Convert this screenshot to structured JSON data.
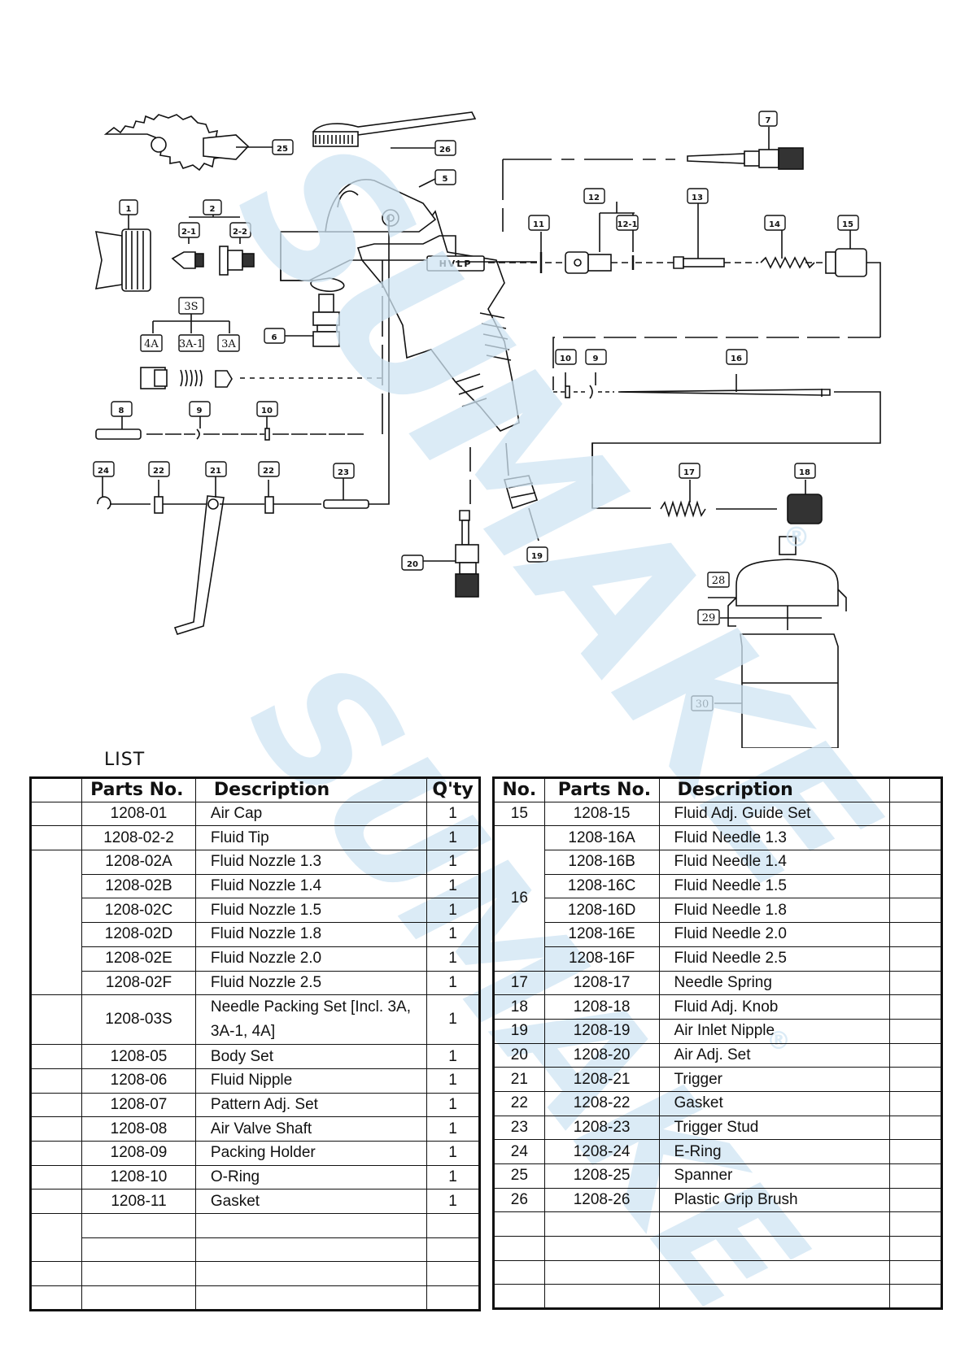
{
  "diagram": {
    "labels": {
      "p1": "1",
      "p2": "2",
      "p2_1": "2-1",
      "p2_2": "2-2",
      "p3s": "3S",
      "p4a": "4A",
      "p3a1": "3A-1",
      "p3a": "3A",
      "p5": "5",
      "p6": "6",
      "p7": "7",
      "p8": "8",
      "p9a": "9",
      "p9b": "9",
      "p10a": "10",
      "p10b": "10",
      "p11": "11",
      "p12": "12",
      "p12_1": "12-1",
      "p13": "13",
      "p14": "14",
      "p15": "15",
      "p16": "16",
      "p17": "17",
      "p18": "18",
      "p19": "19",
      "p20": "20",
      "p21": "21",
      "p22a": "22",
      "p22b": "22",
      "p23": "23",
      "p24": "24",
      "p25": "25",
      "p26": "26",
      "p28": "28",
      "p29": "29",
      "p30": "30"
    },
    "body_marking": "HVLP"
  },
  "watermark": {
    "text": "SUMAKE",
    "mark": "®",
    "color": "#cfe4f3"
  },
  "list_title": "LIST",
  "table_left": {
    "headers": {
      "no": "",
      "parts_no": "Parts No.",
      "description": "Description",
      "qty": "Q'ty"
    },
    "rows": [
      {
        "no": "",
        "parts_no": "1208-01",
        "description": "Air Cap",
        "qty": "1"
      },
      {
        "no": "",
        "parts_no": "1208-02-2",
        "description": "Fluid Tip",
        "qty": "1"
      },
      {
        "no": "",
        "parts_no": "1208-02A",
        "description": "Fluid Nozzle 1.3",
        "qty": "1"
      },
      {
        "no": "",
        "parts_no": "1208-02B",
        "description": "Fluid Nozzle 1.4",
        "qty": "1"
      },
      {
        "no": "",
        "parts_no": "1208-02C",
        "description": "Fluid Nozzle 1.5",
        "qty": "1"
      },
      {
        "no": "",
        "parts_no": "1208-02D",
        "description": "Fluid Nozzle 1.8",
        "qty": "1"
      },
      {
        "no": "",
        "parts_no": "1208-02E",
        "description": "Fluid Nozzle 2.0",
        "qty": "1"
      },
      {
        "no": "",
        "parts_no": "1208-02F",
        "description": "Fluid Nozzle 2.5",
        "qty": "1"
      },
      {
        "no": "",
        "parts_no": "1208-03S",
        "description": "Needle Packing Set [Incl. 3A, 3A-1, 4A]",
        "qty": "1"
      },
      {
        "no": "",
        "parts_no": "1208-05",
        "description": "Body Set",
        "qty": "1"
      },
      {
        "no": "",
        "parts_no": "1208-06",
        "description": "Fluid Nipple",
        "qty": "1"
      },
      {
        "no": "",
        "parts_no": "1208-07",
        "description": "Pattern Adj. Set",
        "qty": "1"
      },
      {
        "no": "",
        "parts_no": "1208-08",
        "description": "Air Valve Shaft",
        "qty": "1"
      },
      {
        "no": "",
        "parts_no": "1208-09",
        "description": "Packing Holder",
        "qty": "1"
      },
      {
        "no": "",
        "parts_no": "1208-10",
        "description": "O-Ring",
        "qty": "1"
      },
      {
        "no": "",
        "parts_no": "1208-11",
        "description": "Gasket",
        "qty": "1"
      }
    ]
  },
  "table_right": {
    "headers": {
      "no": "No.",
      "parts_no": "Parts No.",
      "description": "Description",
      "qty": ""
    },
    "rows": [
      {
        "no": "15",
        "parts_no": "1208-15",
        "description": "Fluid Adj. Guide Set"
      },
      {
        "no": "16",
        "parts_no": "1208-16A",
        "description": "Fluid Needle 1.3"
      },
      {
        "no": "",
        "parts_no": "1208-16B",
        "description": "Fluid Needle 1.4"
      },
      {
        "no": "",
        "parts_no": "1208-16C",
        "description": "Fluid Needle 1.5"
      },
      {
        "no": "",
        "parts_no": "1208-16D",
        "description": "Fluid Needle 1.8"
      },
      {
        "no": "",
        "parts_no": "1208-16E",
        "description": "Fluid Needle 2.0"
      },
      {
        "no": "",
        "parts_no": "1208-16F",
        "description": "Fluid Needle 2.5"
      },
      {
        "no": "17",
        "parts_no": "1208-17",
        "description": "Needle Spring"
      },
      {
        "no": "18",
        "parts_no": "1208-18",
        "description": "Fluid Adj. Knob"
      },
      {
        "no": "19",
        "parts_no": "1208-19",
        "description": "Air Inlet Nipple"
      },
      {
        "no": "20",
        "parts_no": "1208-20",
        "description": "Air Adj. Set"
      },
      {
        "no": "21",
        "parts_no": "1208-21",
        "description": "Trigger"
      },
      {
        "no": "22",
        "parts_no": "1208-22",
        "description": "Gasket"
      },
      {
        "no": "23",
        "parts_no": "1208-23",
        "description": "Trigger Stud"
      },
      {
        "no": "24",
        "parts_no": "1208-24",
        "description": "E-Ring"
      },
      {
        "no": "25",
        "parts_no": "1208-25",
        "description": "Spanner"
      },
      {
        "no": "26",
        "parts_no": "1208-26",
        "description": "Plastic Grip Brush"
      }
    ]
  }
}
